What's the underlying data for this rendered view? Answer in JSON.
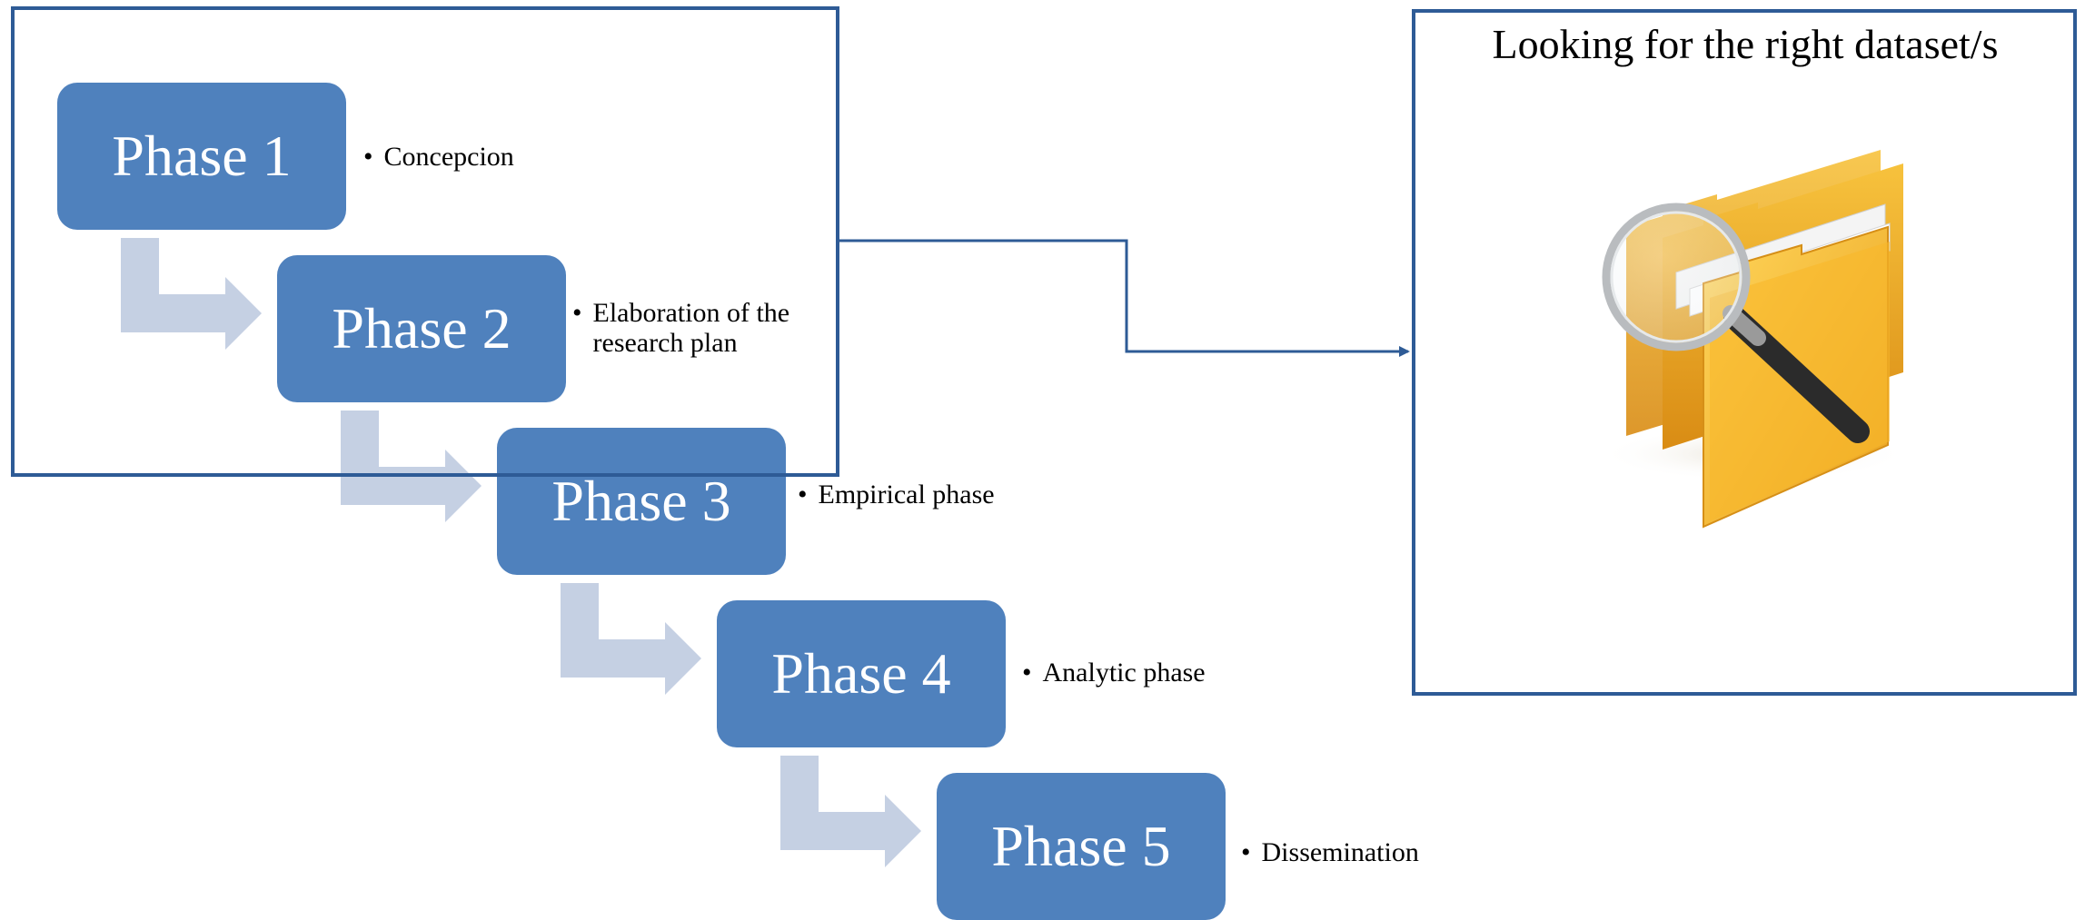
{
  "diagram": {
    "phases": [
      {
        "label": "Phase 1",
        "description": [
          "Concepcion"
        ]
      },
      {
        "label": "Phase 2",
        "description": [
          "Elaboration of the",
          "research plan"
        ]
      },
      {
        "label": "Phase 3",
        "description": [
          "Empirical phase"
        ]
      },
      {
        "label": "Phase 4",
        "description": [
          "Analytic phase"
        ]
      },
      {
        "label": "Phase 5",
        "description": [
          "Dissemination"
        ]
      }
    ],
    "bullet": "•",
    "callout_title": "Looking for the right dataset/s",
    "icon": "folder-magnifier-icon",
    "colors": {
      "phase_fill": "#4f81bd",
      "connector_arrow": "#c5d0e3",
      "frame_stroke": "#2e5b96",
      "folder": "#f2b233",
      "magnifier_handle": "#2b2b2b"
    }
  }
}
